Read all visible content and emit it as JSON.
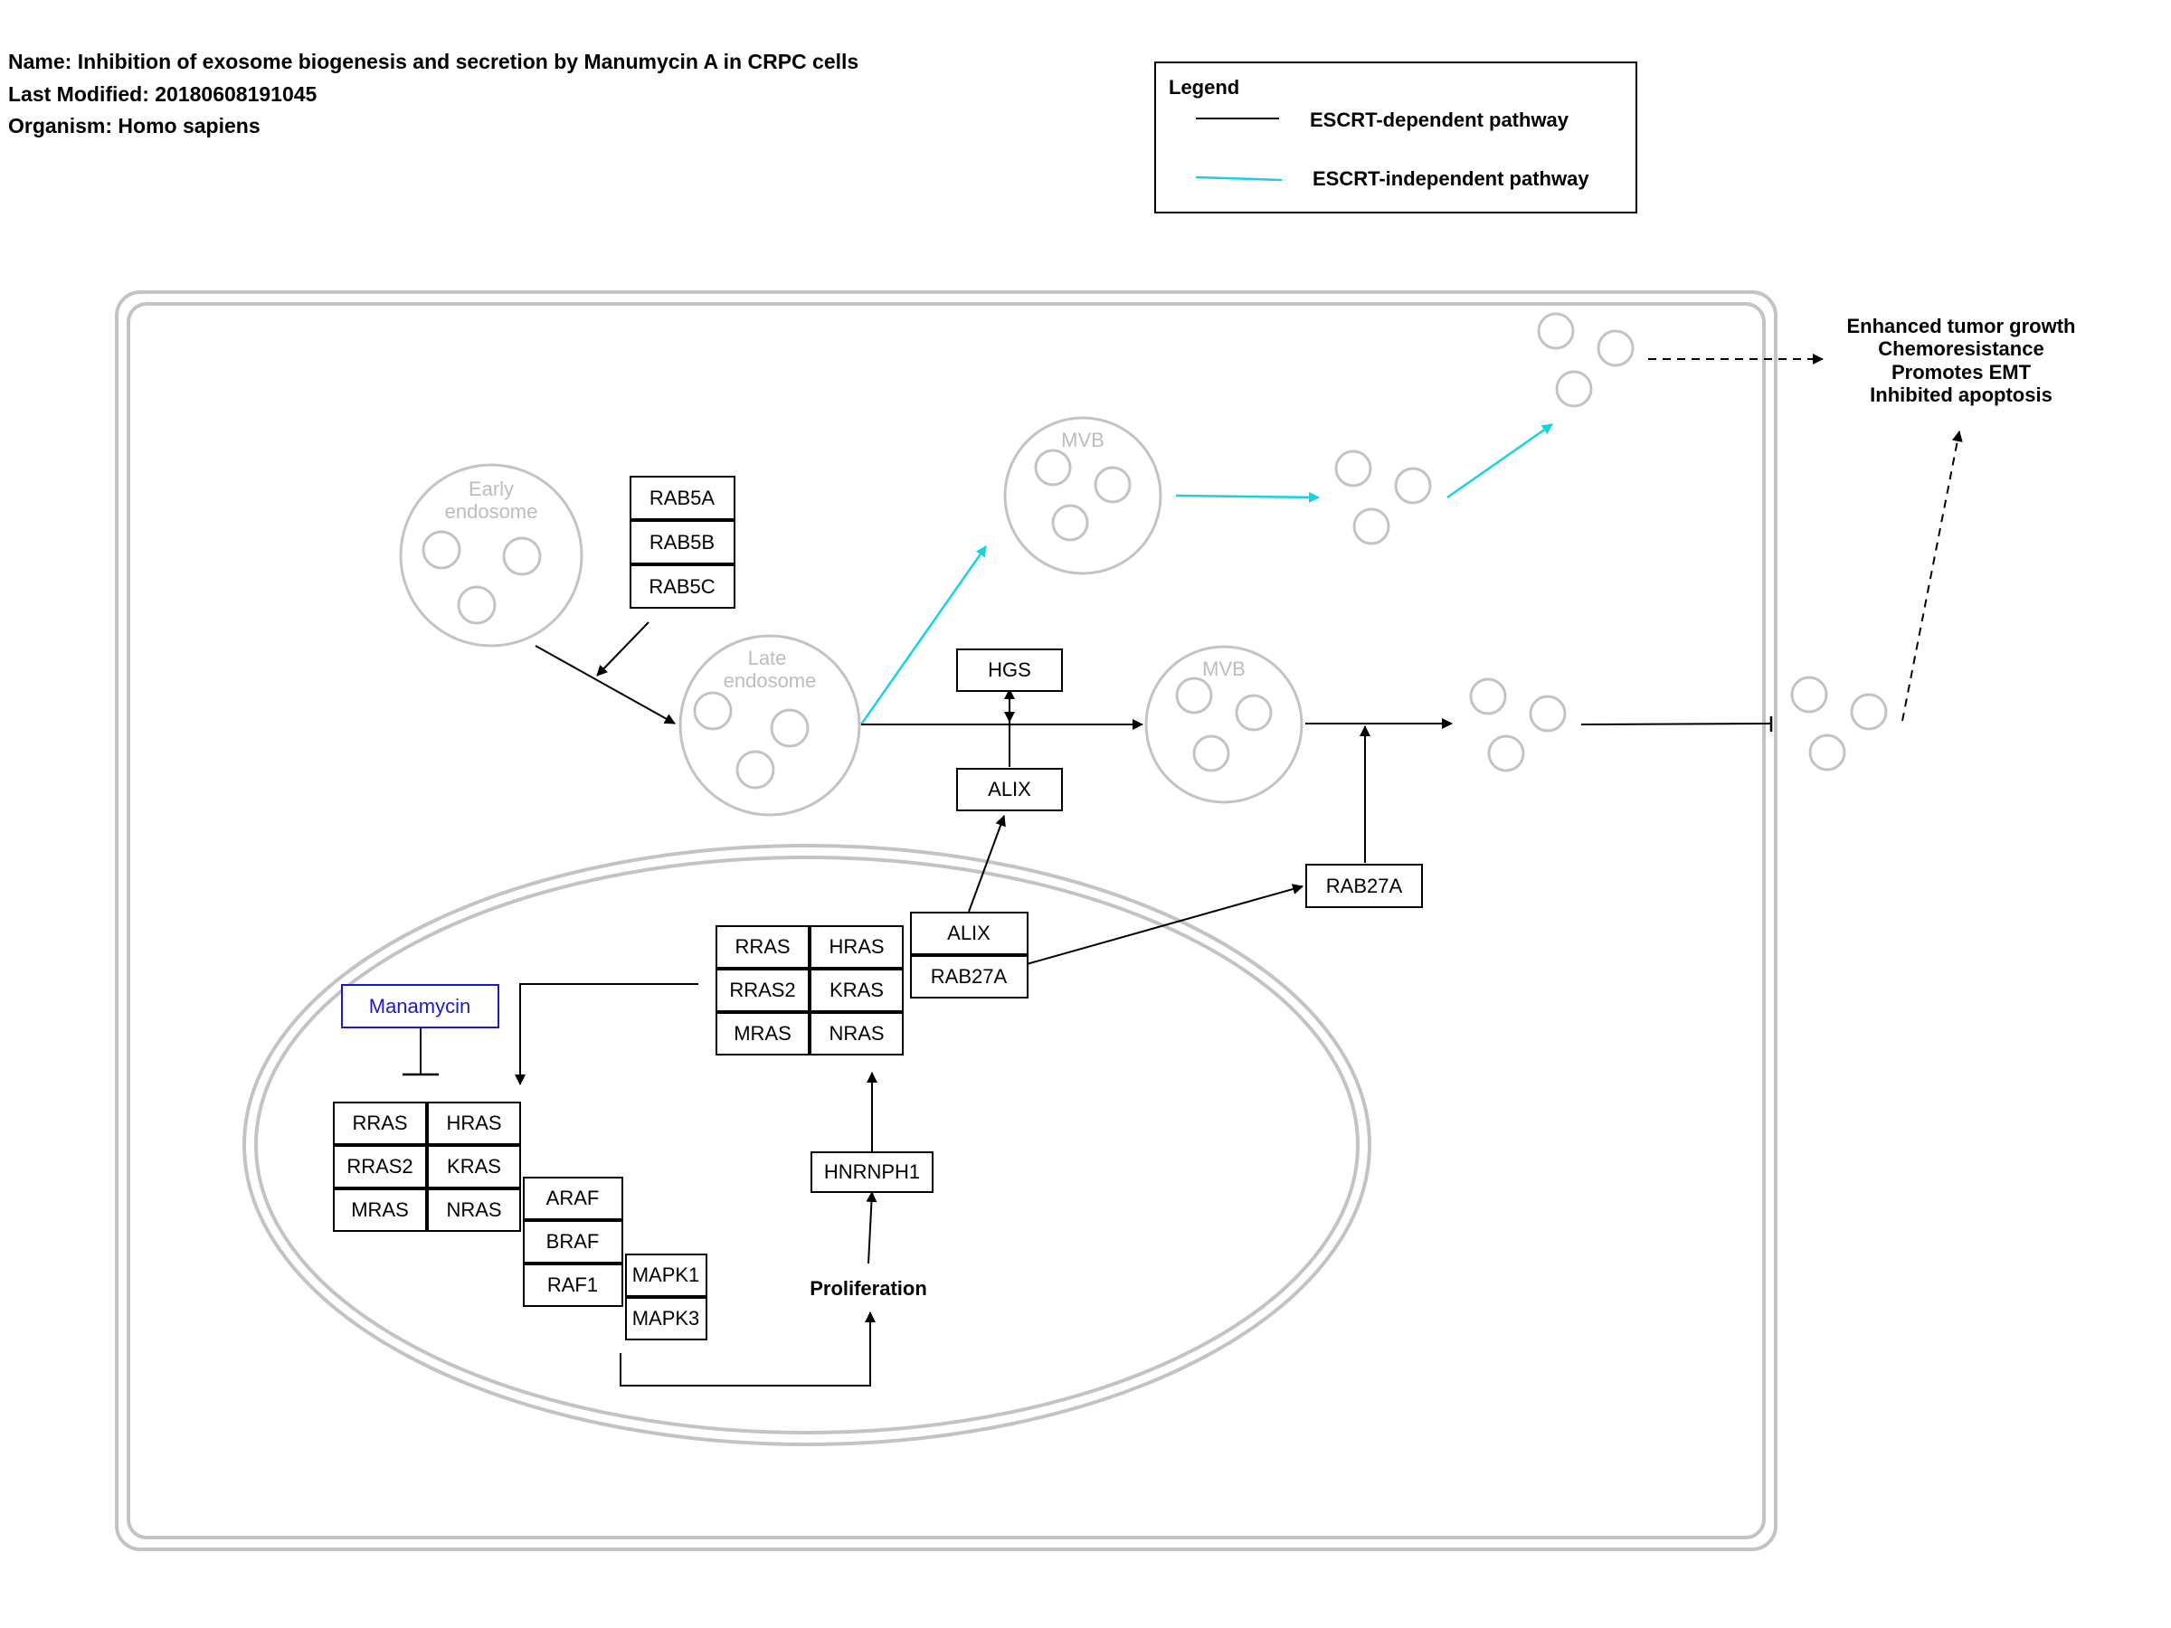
{
  "header": {
    "name": "Name: Inhibition of exosome biogenesis and secretion by Manumycin A in CRPC cells",
    "last_modified": "Last Modified: 20180608191045",
    "organism": "Organism: Homo sapiens"
  },
  "legend": {
    "title": "Legend",
    "items": [
      {
        "label": "ESCRT-dependent pathway",
        "color": "#000000"
      },
      {
        "label": "ESCRT-independent pathway",
        "color": "#15d3e0"
      }
    ]
  },
  "organelles": {
    "early_endosome": [
      "Early",
      "endosome"
    ],
    "late_endosome": [
      "Late",
      "endosome"
    ],
    "mvb_top": "MVB",
    "mvb_mid": "MVB"
  },
  "genes": {
    "rab5a": "RAB5A",
    "rab5b": "RAB5B",
    "rab5c": "RAB5C",
    "hgs": "HGS",
    "alix_cyto": "ALIX",
    "rab27a_cyto": "RAB27A",
    "ras_nuc": {
      "rras": "RRAS",
      "hras": "HRAS",
      "rras2": "RRAS2",
      "kras": "KRAS",
      "mras": "MRAS",
      "nras": "NRAS"
    },
    "alix_nuc": "ALIX",
    "rab27a_nuc": "RAB27A",
    "ras_left": {
      "rras": "RRAS",
      "hras": "HRAS",
      "rras2": "RRAS2",
      "kras": "KRAS",
      "mras": "MRAS",
      "nras": "NRAS"
    },
    "araf": "ARAF",
    "braf": "BRAF",
    "raf1": "RAF1",
    "mapk1": "MAPK1",
    "mapk3": "MAPK3",
    "hnrnph1": "HNRNPH1"
  },
  "drug": {
    "label": "Manamycin",
    "color": "#1a1acc"
  },
  "labels": {
    "proliferation": "Proliferation",
    "outcomes": [
      "Enhanced tumor growth",
      "Chemoresistance",
      "Promotes EMT",
      "Inhibited apoptosis"
    ]
  },
  "colors": {
    "escrt_dependent": "#000000",
    "escrt_independent": "#15d3e0",
    "membrane": "#c3c3c3",
    "drug": "#1a1acc"
  }
}
